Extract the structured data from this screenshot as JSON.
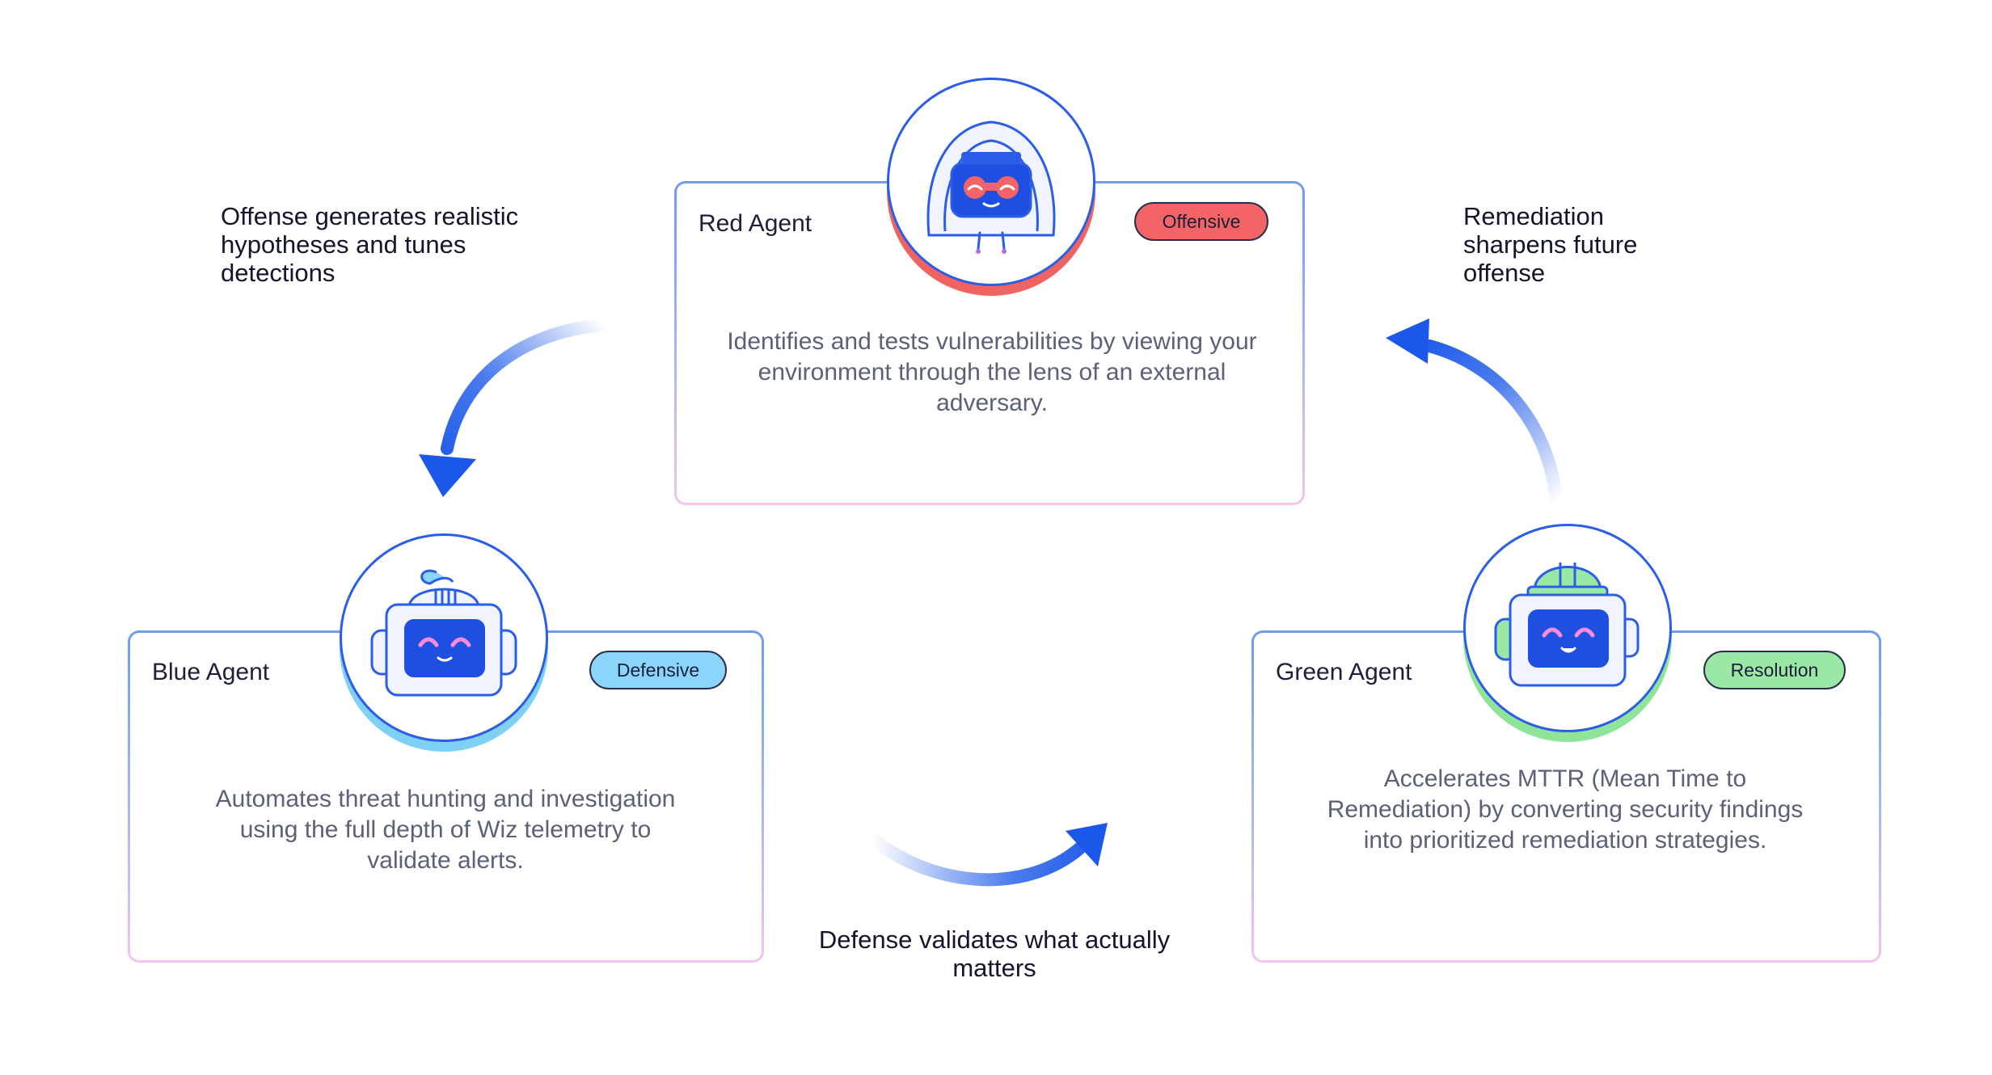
{
  "agents": {
    "red": {
      "title": "Red Agent",
      "badge": "Offensive",
      "badge_color": "#f26466",
      "halo_color": "#ef6461",
      "description": "Identifies and tests vulnerabilities by viewing your environment through the lens of an external adversary.",
      "icon": "hooded-bandit-robot-icon"
    },
    "blue": {
      "title": "Blue Agent",
      "badge": "Defensive",
      "badge_color": "#8ad6fa",
      "halo_color": "#7fd0f5",
      "description": "Automates threat hunting and investigation using the full depth of Wiz telemetry to validate alerts.",
      "icon": "helmet-robot-icon"
    },
    "green": {
      "title": "Green Agent",
      "badge": "Resolution",
      "badge_color": "#9ae8a4",
      "halo_color": "#8fe49a",
      "description": "Accelerates MTTR (Mean Time to Remediation) by converting security findings into prioritized remediation strategies.",
      "icon": "hardhat-robot-icon"
    }
  },
  "flows": {
    "offense_to_defense": "Offense generates realistic hypotheses and tunes detections",
    "defense_to_resolution": "Defense validates what actually matters",
    "resolution_to_offense": "Remediation sharpens future offense"
  },
  "colors": {
    "primary_blue": "#1b57e8",
    "face_blue": "#1f4fe0"
  }
}
